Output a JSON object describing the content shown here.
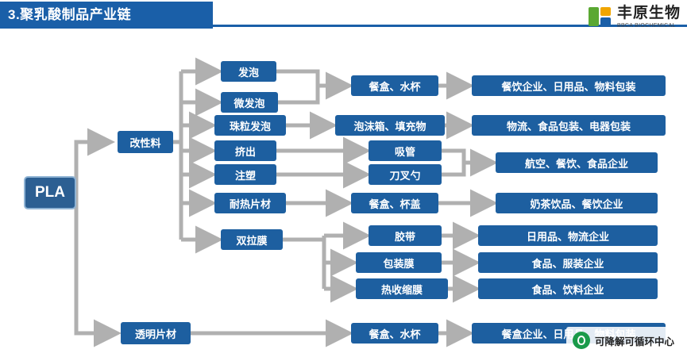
{
  "header": {
    "title": "3.聚乳酸制品产业链",
    "logo_cn": "丰原生物",
    "logo_en": "BBCA BIOCHEMICAL"
  },
  "badge": {
    "label": "可降解可循环中心"
  },
  "colors": {
    "header_blue": "#1a5fa8",
    "node_blue": "#1d5fa0",
    "root_blue": "#2c5f92",
    "wire_gray": "#b0b0b0",
    "logo_green": "#5aa832",
    "logo_orange": "#f0a500"
  },
  "diagram": {
    "root": {
      "label": "PLA"
    },
    "stages": [
      {
        "label": "改性料"
      },
      {
        "label": "透明片材"
      }
    ],
    "processes": [
      {
        "label": "发泡"
      },
      {
        "label": "微发泡"
      },
      {
        "label": "珠粒发泡"
      },
      {
        "label": "挤出"
      },
      {
        "label": "注塑"
      },
      {
        "label": "耐热片材"
      },
      {
        "label": "双拉膜"
      }
    ],
    "products": [
      {
        "label": "餐盒、水杯"
      },
      {
        "label": "泡沫箱、填充物"
      },
      {
        "label": "吸管"
      },
      {
        "label": "刀叉勺"
      },
      {
        "label": "餐盒、杯盖"
      },
      {
        "label": "胶带"
      },
      {
        "label": "包装膜"
      },
      {
        "label": "热收缩膜"
      },
      {
        "label": "餐盒、水杯"
      }
    ],
    "markets": [
      {
        "label": "餐饮企业、日用品、物料包装"
      },
      {
        "label": "物流、食品包装、电器包装"
      },
      {
        "label": "航空、餐饮、食品企业"
      },
      {
        "label": "奶茶饮品、餐饮企业"
      },
      {
        "label": "日用品、物流企业"
      },
      {
        "label": "食品、服装企业"
      },
      {
        "label": "食品、饮料企业"
      },
      {
        "label": "餐盒企业、日用品、物料包装"
      }
    ]
  }
}
